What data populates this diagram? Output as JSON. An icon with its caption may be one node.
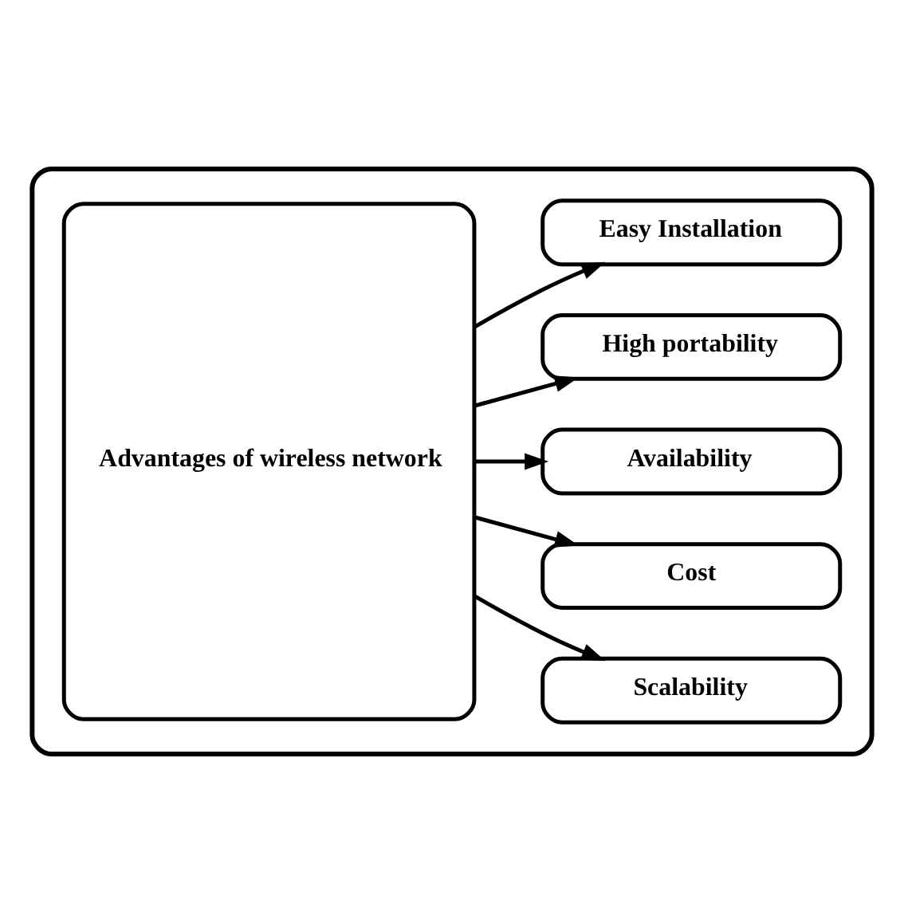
{
  "diagram": {
    "nodes": [
      {
        "text": [],
        "shape": "box"
      },
      {
        "text": [
          "Advantages of wireless network"
        ],
        "in": 0
      },
      {
        "text": [
          "Easy Installation"
        ],
        "in": 0
      },
      {
        "text": [
          "High portability"
        ],
        "in": 0
      },
      {
        "text": [
          "Availability"
        ],
        "in": 0
      },
      {
        "text": [
          "Cost"
        ],
        "in": 0
      },
      {
        "text": [
          "Scalability"
        ],
        "in": 0
      }
    ],
    "edges": [
      {
        "from": 1,
        "to": 2,
        "arrow": "to"
      },
      {
        "from": 1,
        "to": 3,
        "arrow": "to"
      },
      {
        "from": 1,
        "to": 4,
        "arrow": "to"
      },
      {
        "from": 1,
        "to": 5,
        "arrow": "to"
      },
      {
        "from": 1,
        "to": 6,
        "arrow": "to"
      }
    ]
  }
}
